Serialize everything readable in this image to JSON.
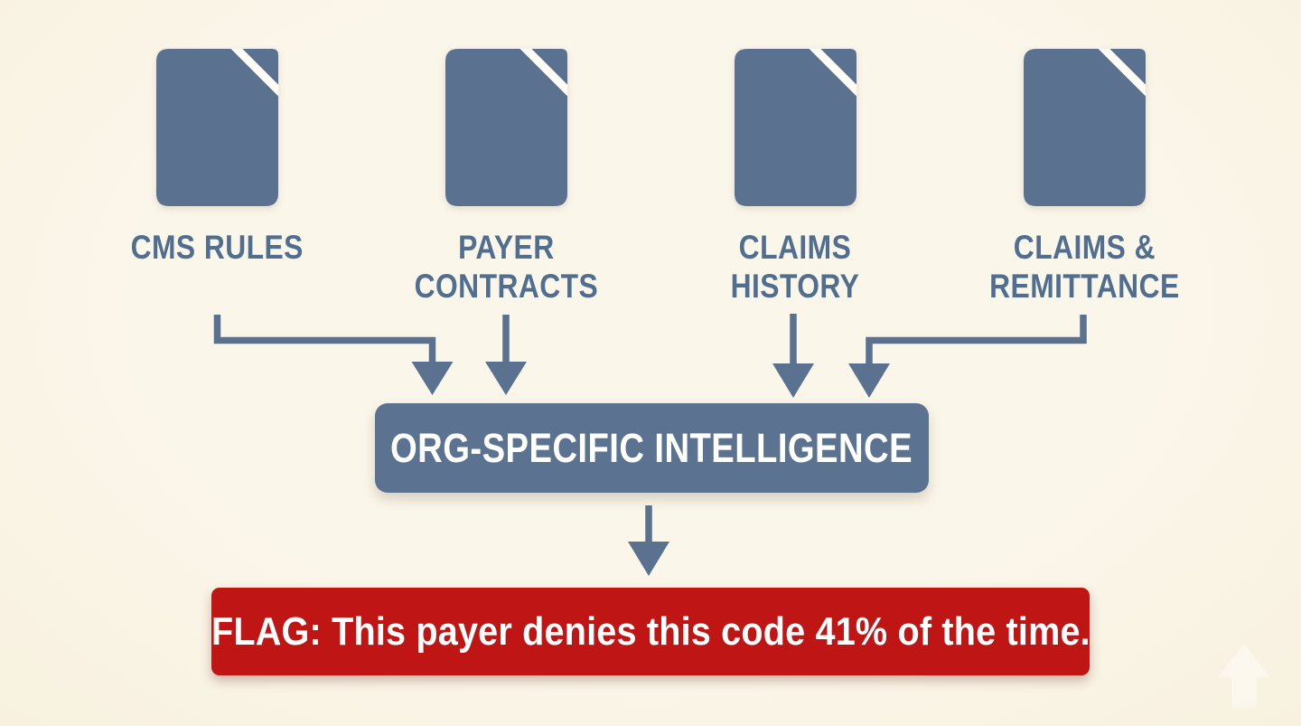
{
  "title": "Org-specific intelligence data flow diagram",
  "theme": {
    "background": "#FBF6EA",
    "background_edge": "#F8F1DF",
    "slate": "#5A7290",
    "label_color": "#506E8F",
    "paper_gap": "#FFFDF6",
    "hub_bg": "#5B7291",
    "hub_text": "#FFFFFF",
    "flag_bg": "#BF1515",
    "flag_text": "#FFFFFF"
  },
  "sources": [
    {
      "label": "CMS RULES",
      "icon": "document-icon"
    },
    {
      "label": "PAYER\nCONTRACTS",
      "icon": "document-icon"
    },
    {
      "label": "CLAIMS\nHISTORY",
      "icon": "document-icon"
    },
    {
      "label": "CLAIMS &\nREMITTANCE",
      "icon": "document-icon"
    }
  ],
  "hub": {
    "label": "ORG-SPECIFIC INTELLIGENCE"
  },
  "flag": {
    "label": "FLAG: This payer denies this code 41% of the time."
  }
}
